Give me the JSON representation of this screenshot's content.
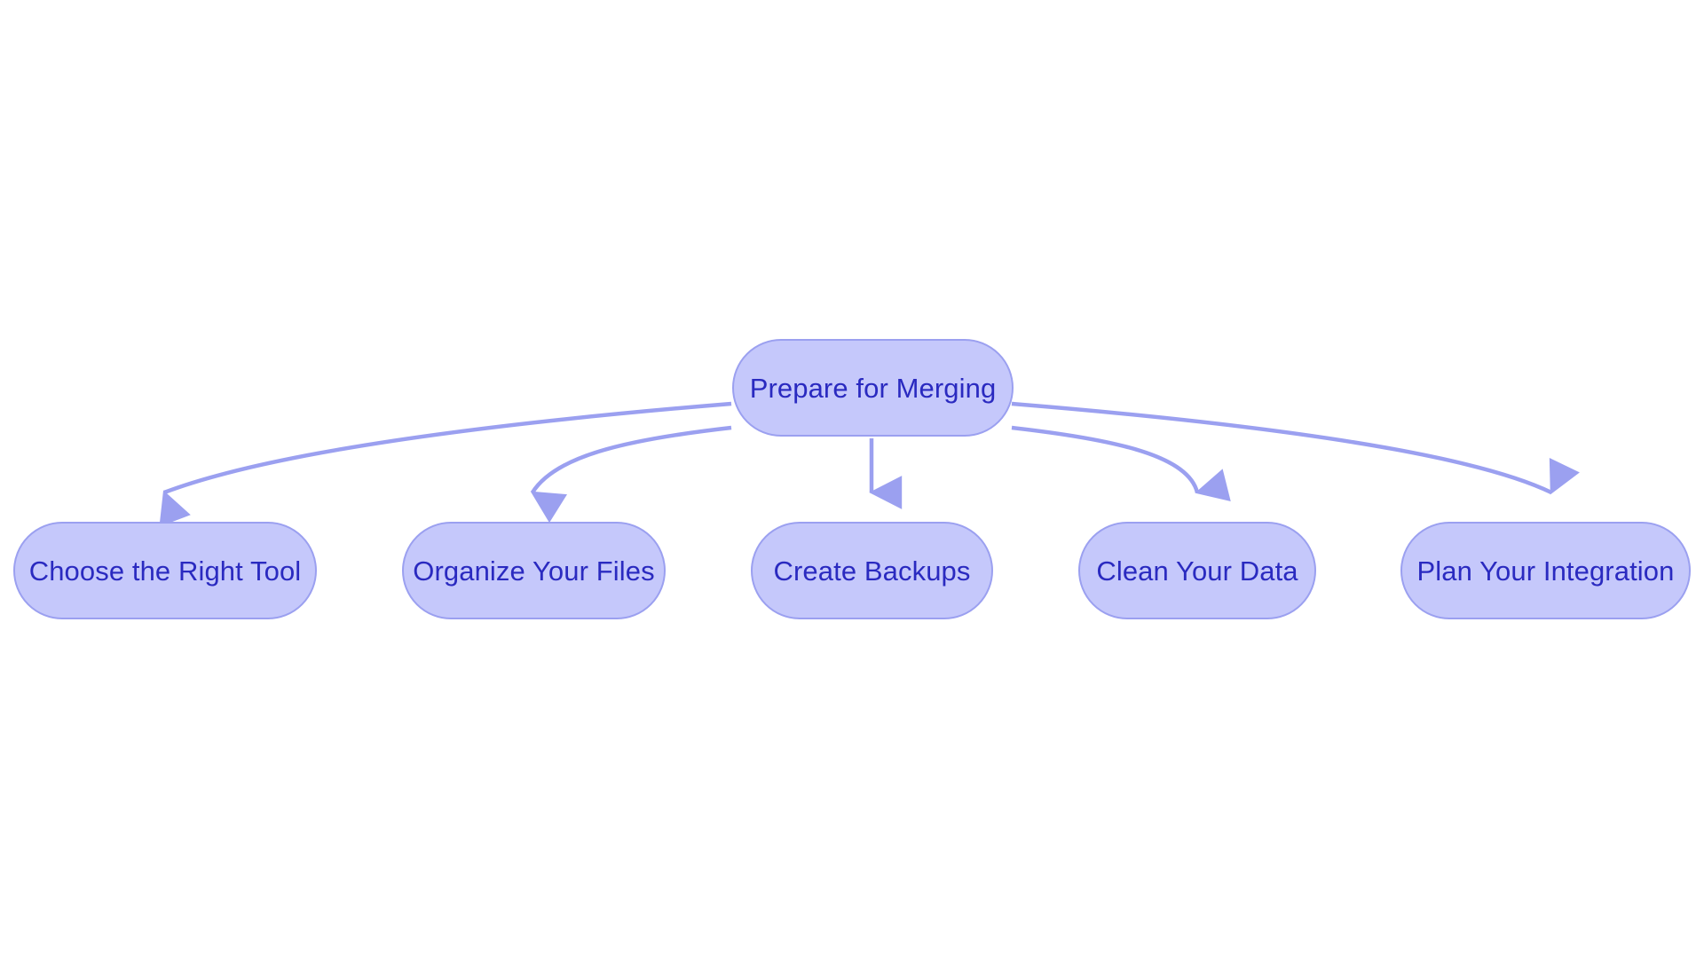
{
  "diagram": {
    "type": "flowchart",
    "orientation": "top-down",
    "background_color": "#ffffff",
    "node_fill_color": "#c5c8fb",
    "node_border_color": "#9ba0f0",
    "node_text_color": "#2a2ac0",
    "edge_color": "#9ba0f0",
    "root": {
      "id": "prepare-for-merging",
      "label": "Prepare for Merging"
    },
    "children": [
      {
        "id": "choose-the-right-tool",
        "label": "Choose the Right Tool"
      },
      {
        "id": "organize-your-files",
        "label": "Organize Your Files"
      },
      {
        "id": "create-backups",
        "label": "Create Backups"
      },
      {
        "id": "clean-your-data",
        "label": "Clean Your Data"
      },
      {
        "id": "plan-your-integration",
        "label": "Plan Your Integration"
      }
    ],
    "edges": [
      {
        "from": "Prepare for Merging",
        "to": "Choose the Right Tool"
      },
      {
        "from": "Prepare for Merging",
        "to": "Organize Your Files"
      },
      {
        "from": "Prepare for Merging",
        "to": "Create Backups"
      },
      {
        "from": "Prepare for Merging",
        "to": "Clean Your Data"
      },
      {
        "from": "Prepare for Merging",
        "to": "Plan Your Integration"
      }
    ]
  }
}
